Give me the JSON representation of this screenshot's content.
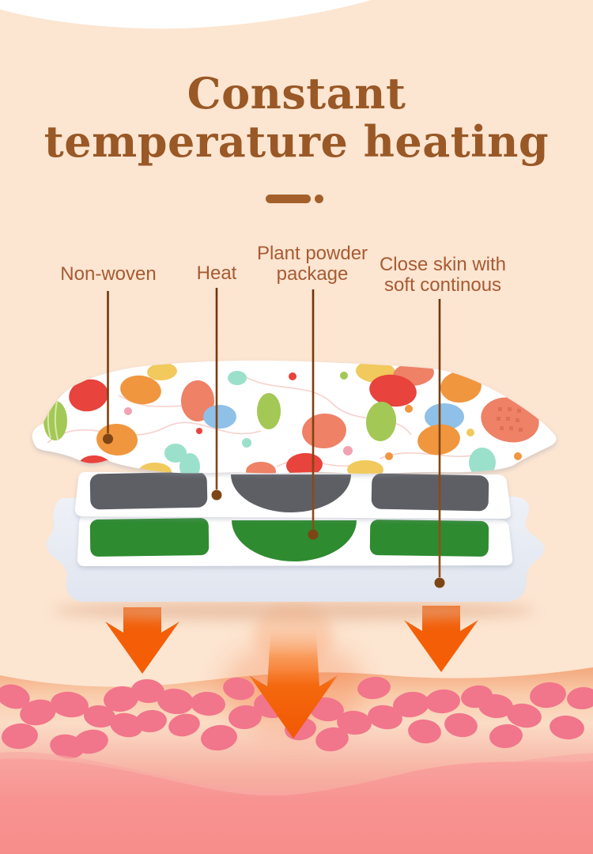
{
  "header": {
    "title_line1": "Constant",
    "title_line2": "temperature heating"
  },
  "callouts": [
    {
      "line1": "Non-woven"
    },
    {
      "line1": "Heat"
    },
    {
      "line1": "Plant powder",
      "line2": "package"
    },
    {
      "line1": "Close skin with",
      "line2": "soft continous"
    }
  ],
  "palette": {
    "background_peach": "#fce5d1",
    "title_brown": "#995826",
    "label_brown": "#a75b33",
    "leader_line_brown": "#7c3f10",
    "arrow_orange": "#f35d08",
    "heating_pad_gray": "#5e5f64",
    "plant_powder_green": "#2e8b30",
    "adhesive_base_gray_blue": "#e9ecf2",
    "skin_pink": "#f78d8b",
    "skin_band_orange": "#f4a87d",
    "cell_pink": "#f1758b"
  }
}
